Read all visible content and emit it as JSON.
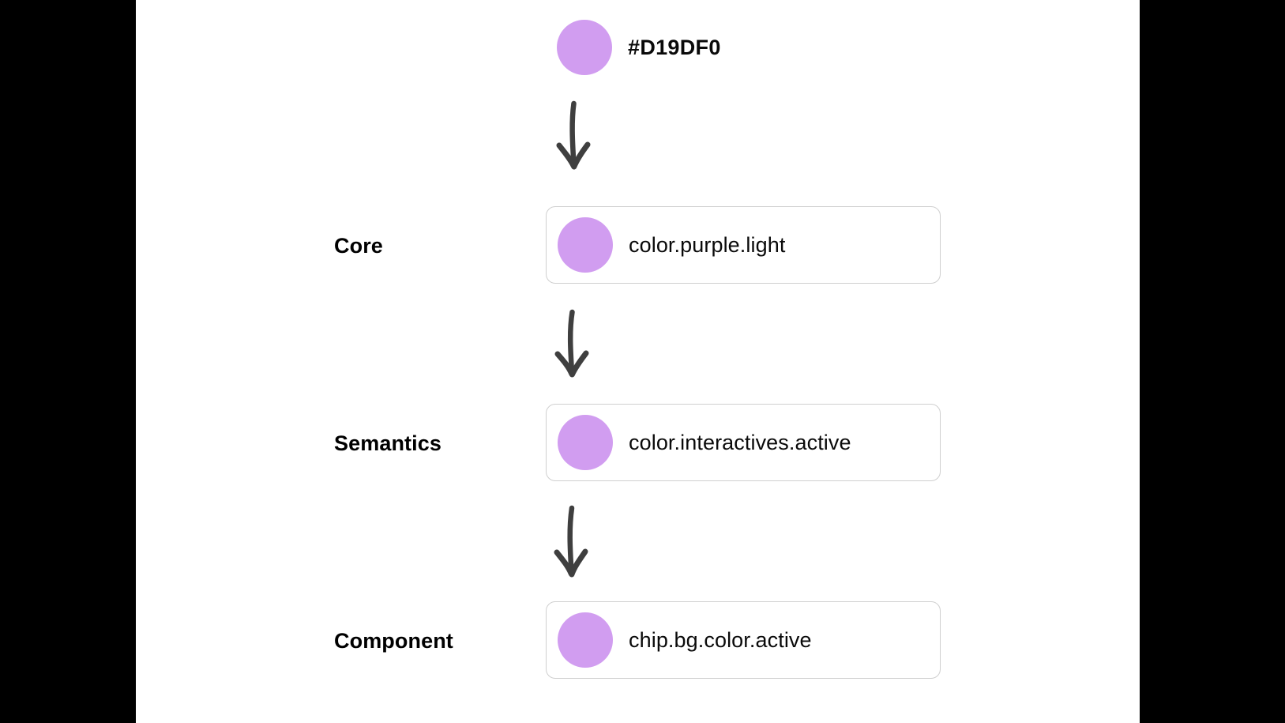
{
  "canvas": {
    "background_color": "#FFFFFF",
    "letterbox_color": "#000000"
  },
  "palette": {
    "swatch_color": "#D19DF0",
    "arrow_color": "#3F3F3F",
    "card_border_color": "#CFCFCF",
    "text_color": "#0A0A0A"
  },
  "source": {
    "hex_value": "#D19DF0",
    "swatch_color": "#D19DF0"
  },
  "flow": {
    "arrow_icon_name": "hand-drawn-down-arrow",
    "arrows": [
      {
        "label": "arrow-source-to-core"
      },
      {
        "label": "arrow-core-to-semantics"
      },
      {
        "label": "arrow-semantics-to-component"
      }
    ],
    "levels": [
      {
        "stage": "Core",
        "token": "color.purple.light",
        "swatch_color": "#D19DF0"
      },
      {
        "stage": "Semantics",
        "token": "color.interactives.active",
        "swatch_color": "#D19DF0"
      },
      {
        "stage": "Component",
        "token": "chip.bg.color.active",
        "swatch_color": "#D19DF0"
      }
    ]
  }
}
